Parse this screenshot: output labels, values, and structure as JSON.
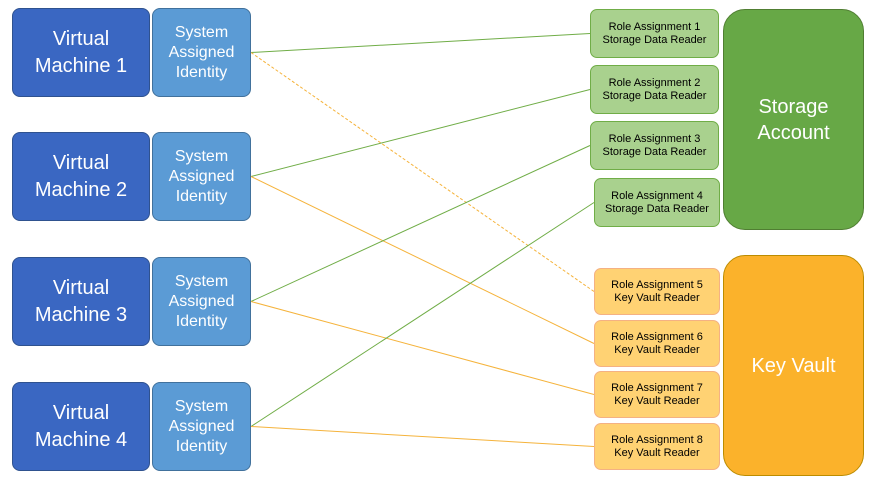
{
  "colors": {
    "vm": "#3a67c2",
    "identity": "#5b9bd5",
    "storage": "#67a846",
    "storage_role": "#a9d18e",
    "keyvault": "#fbb22b",
    "keyvault_role": "#ffd273",
    "green_line": "#70ad47",
    "orange_line": "#f5b33b"
  },
  "virtual_machines": [
    {
      "label": "Virtual\nMachine  1"
    },
    {
      "label": "Virtual\nMachine  2"
    },
    {
      "label": "Virtual\nMachine  3"
    },
    {
      "label": "Virtual\nMachine  4"
    }
  ],
  "identities": [
    {
      "label": "System\nAssigned\nIdentity"
    },
    {
      "label": "System\nAssigned\nIdentity"
    },
    {
      "label": "System\nAssigned\nIdentity"
    },
    {
      "label": "System\nAssigned\nIdentity"
    }
  ],
  "storage_roles": [
    {
      "label": "Role Assignment 1\nStorage Data Reader"
    },
    {
      "label": "Role Assignment 2\nStorage Data Reader"
    },
    {
      "label": "Role Assignment 3\nStorage Data Reader"
    },
    {
      "label": "Role Assignment 4\nStorage Data Reader"
    }
  ],
  "keyvault_roles": [
    {
      "label": "Role Assignment 5\nKey Vault Reader"
    },
    {
      "label": "Role Assignment 6\nKey Vault Reader"
    },
    {
      "label": "Role Assignment 7\nKey Vault Reader"
    },
    {
      "label": "Role Assignment 8\nKey Vault Reader"
    }
  ],
  "storage_account": {
    "label": "Storage\nAccount"
  },
  "key_vault": {
    "label": "Key Vault"
  },
  "connections": [
    {
      "from": 1,
      "to": 1,
      "type": "storage"
    },
    {
      "from": 1,
      "to": 5,
      "type": "keyvault"
    },
    {
      "from": 2,
      "to": 2,
      "type": "storage"
    },
    {
      "from": 2,
      "to": 6,
      "type": "keyvault"
    },
    {
      "from": 3,
      "to": 3,
      "type": "storage"
    },
    {
      "from": 3,
      "to": 7,
      "type": "keyvault"
    },
    {
      "from": 4,
      "to": 4,
      "type": "storage"
    },
    {
      "from": 4,
      "to": 8,
      "type": "keyvault"
    }
  ]
}
